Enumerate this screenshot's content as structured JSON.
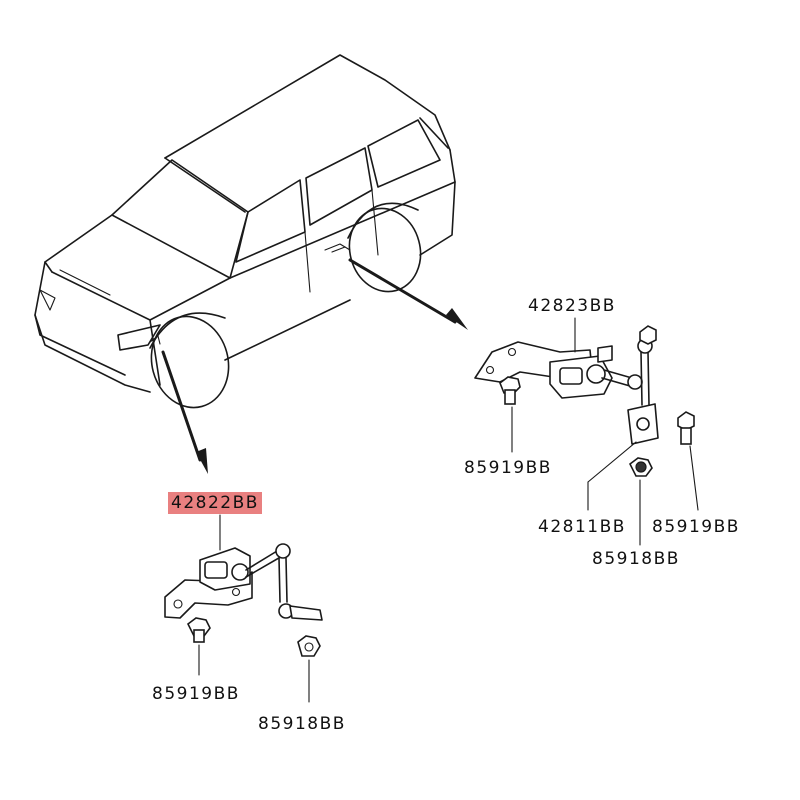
{
  "diagram": {
    "labels": {
      "sensor_front": "42822BB",
      "sensor_rear": "42823BB",
      "bracket": "42811BB",
      "bolt_front": "85919BB",
      "nut_front": "85918BB",
      "bolt_rear_left": "85919BB",
      "bolt_rear_right": "85919BB",
      "nut_rear": "85918BB"
    },
    "highlight_color": "#e98080"
  }
}
